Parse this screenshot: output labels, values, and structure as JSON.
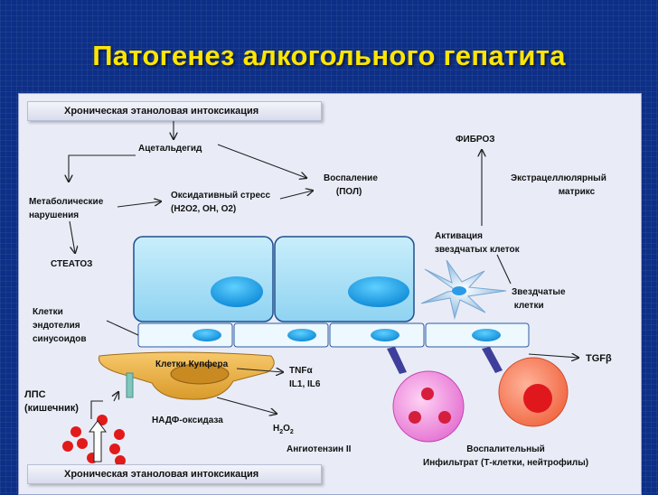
{
  "title": "Патогенез алкогольного гепатита",
  "colors": {
    "title": "#ffe600",
    "background": "#0d2f86",
    "panel": "#e9ecf7"
  },
  "labels": {
    "intoxication_top": "Хроническая этаноловая интоксикация",
    "acetaldehyde": "Ацетальдегид",
    "fibrosis": "ФИБРОЗ",
    "inflammation": "Воспаление\n     (ПОЛ)",
    "ecm": "Экстрацеллюлярный\n                   матрикс",
    "metabolic": "Метаболические\nнарушения",
    "oxidative": "Оксидативный стресс\n(Н2О2, ОН, О2)",
    "activation": "Активация\nзвездчатых клеток",
    "steatosis": "СТЕАТОЗ",
    "stellate": "Звездчатые\n клетки",
    "endothelial": "Клетки\nэндотелия\nсинусоидов",
    "kupffer": "Клетки Купфера",
    "tnf": "TNFα\nIL1, IL6",
    "tgf": "TGFβ",
    "lps": "ЛПС\n(кишечник)",
    "nadph": "НАДФ-оксидаза",
    "h2o2_main": "H",
    "h2o2_sub1": "2",
    "h2o2_mid": "O",
    "h2o2_sub2": "2",
    "angiotensin": "Ангиотензин II",
    "infiltrate": "Воспалительный\nИнфильтрат (Т-клетки, нейтрофилы)",
    "intoxication_bottom": "Хроническая этаноловая интоксикация"
  }
}
